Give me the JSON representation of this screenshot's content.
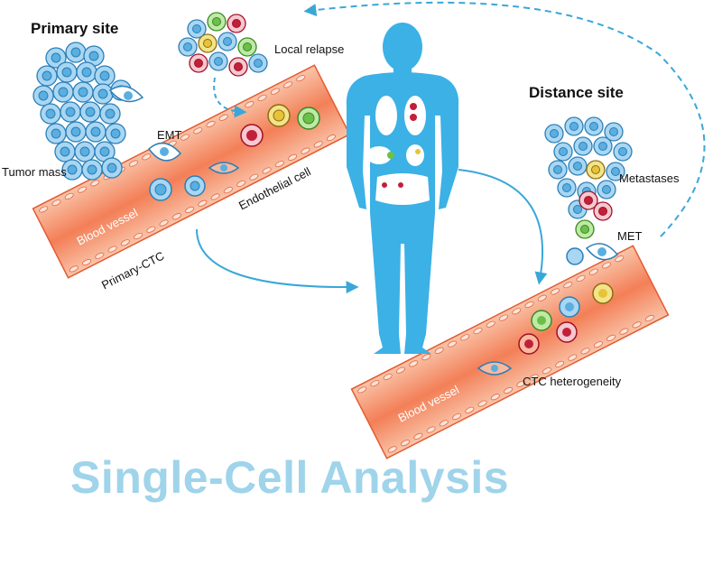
{
  "labels": {
    "primary_site": "Primary site",
    "local_relapse": "Local relapse",
    "distance_site": "Distance site",
    "tumor_mass": "Tumor mass",
    "emt": "EMT",
    "endothelial_cell": "Endothelial cell",
    "blood_vessel_left": "Blood vessel",
    "primary_ctc": "Primary-CTC",
    "metastases": "Metastases",
    "met": "MET",
    "blood_vessel_right": "Blood vessel",
    "ctc_heterogeneity": "CTC heterogeneity"
  },
  "banner": "Single-Cell Analysis",
  "colors": {
    "cell_blue": "#5aaee0",
    "cell_blue_light": "#a9d6f2",
    "vessel": "#f27a52",
    "vessel_light": "#f8b9a0",
    "body": "#3bb1e6",
    "arrow": "#3aa7d8",
    "cell_green": "#6cc04a",
    "cell_yellow": "#e7c437",
    "cell_red": "#c2203a",
    "banner": "#9fd4ea"
  }
}
